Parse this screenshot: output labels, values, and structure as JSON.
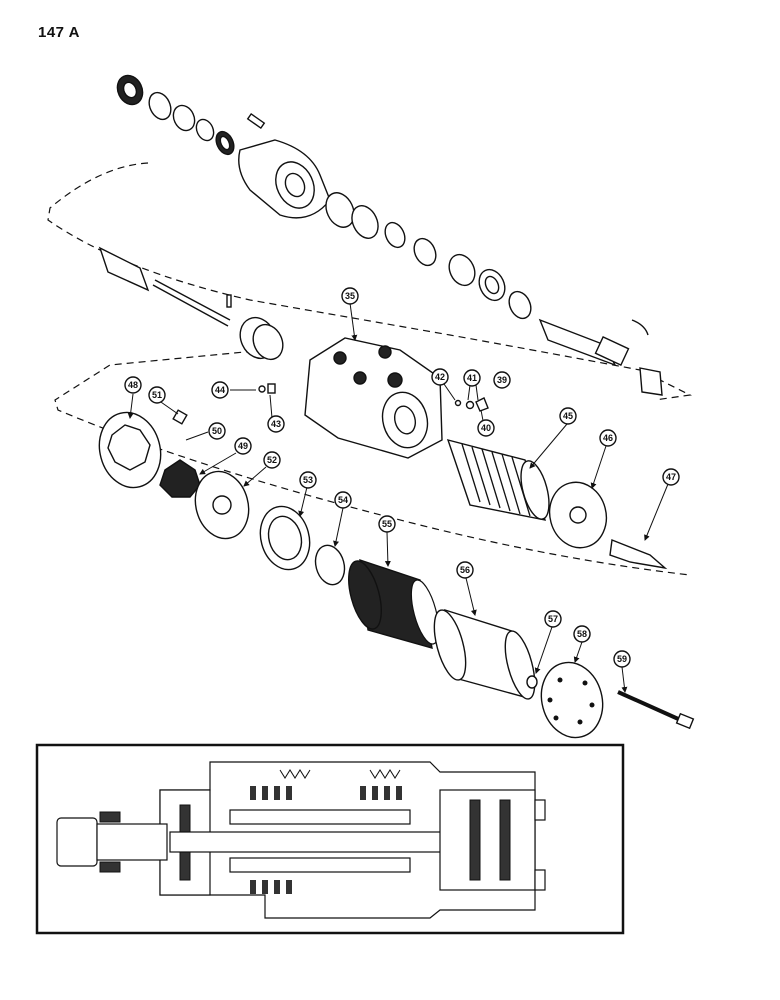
{
  "page": {
    "number": "147 A"
  },
  "callouts": [
    "35",
    "39",
    "40",
    "41",
    "42",
    "43",
    "44",
    "45",
    "46",
    "47",
    "48",
    "49",
    "50",
    "51",
    "52",
    "53",
    "54",
    "55",
    "56",
    "57",
    "58",
    "59"
  ]
}
